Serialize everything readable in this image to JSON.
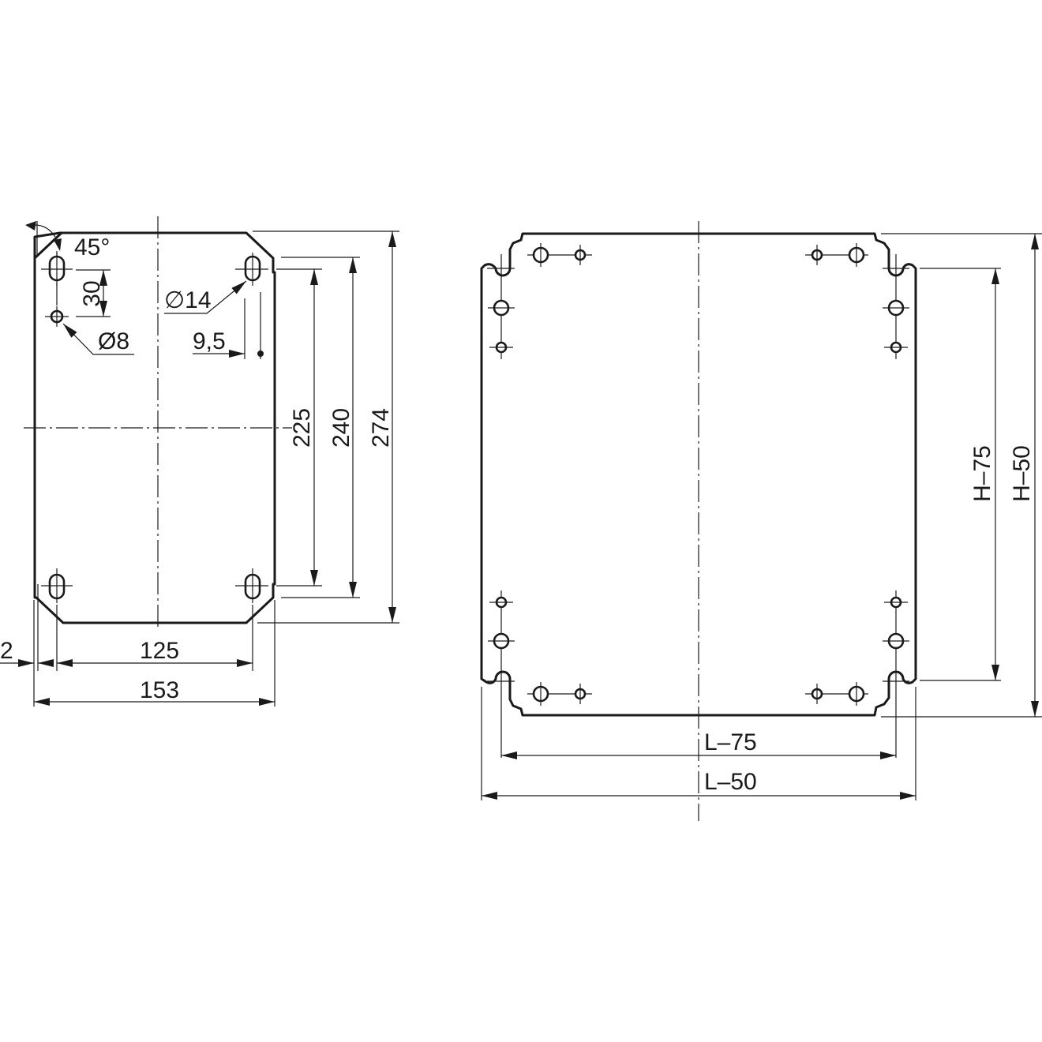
{
  "drawing": {
    "left_view": {
      "angle_label": "45°",
      "slot_spacing_label": "30",
      "small_hole_label": "Ø8",
      "slot_label": "∅14",
      "edge_offset_label": "9,5",
      "height_inner_label": "225",
      "height_mid_label": "240",
      "height_total_label": "274",
      "margin_label": "2",
      "width_inner_label": "125",
      "width_total_label": "153"
    },
    "right_view": {
      "width_inner_label": "L–75",
      "width_total_label": "L–50",
      "height_inner_label": "H–75",
      "height_total_label": "H–50"
    }
  }
}
